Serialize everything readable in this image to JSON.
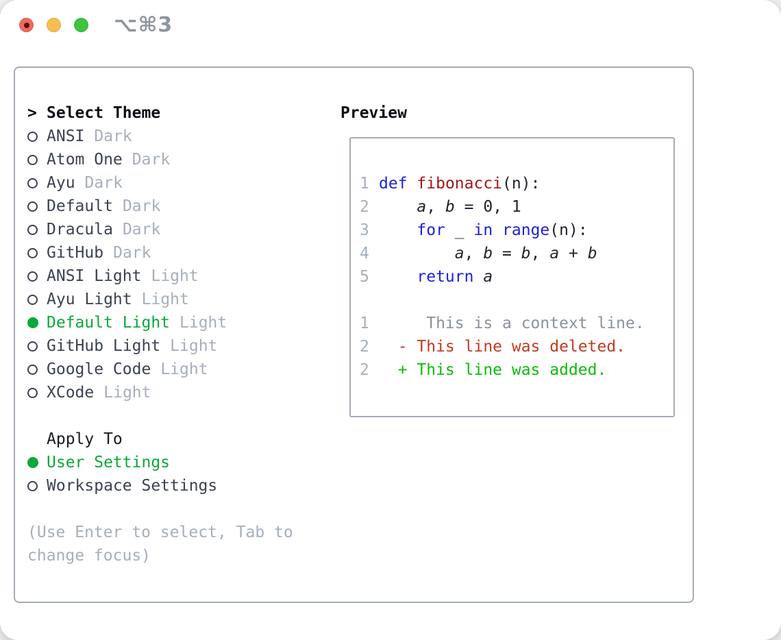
{
  "window": {
    "title": "⌥⌘3",
    "traffic_lights": [
      {
        "name": "close",
        "color": "#ee6a5e",
        "has_dot": true
      },
      {
        "name": "minimize",
        "color": "#f6bf50",
        "has_dot": false
      },
      {
        "name": "zoom",
        "color": "#3ec43e",
        "has_dot": false
      }
    ]
  },
  "colors": {
    "selected_green": "#0aa938",
    "text_dark": "#3b4250",
    "muted": "#a6afbc",
    "header": "#0b0e14",
    "border": "#a4adb9",
    "title_gray": "#8f96a0",
    "kw": "#1d22dd",
    "fn": "#a61717",
    "plain": "#20242c",
    "ctx": "#8a929d",
    "del": "#c23a20",
    "add": "#0cbd0c",
    "lineno": "#a6afbc"
  },
  "theme_panel": {
    "header_prefix": ">",
    "header_label": "Select Theme",
    "themes": [
      {
        "name": "ANSI",
        "variant": "Dark",
        "selected": false
      },
      {
        "name": "Atom One",
        "variant": "Dark",
        "selected": false
      },
      {
        "name": "Ayu",
        "variant": "Dark",
        "selected": false
      },
      {
        "name": "Default",
        "variant": "Dark",
        "selected": false
      },
      {
        "name": "Dracula",
        "variant": "Dark",
        "selected": false
      },
      {
        "name": "GitHub",
        "variant": "Dark",
        "selected": false
      },
      {
        "name": "ANSI Light",
        "variant": "Light",
        "selected": false
      },
      {
        "name": "Ayu Light",
        "variant": "Light",
        "selected": false
      },
      {
        "name": "Default Light",
        "variant": "Light",
        "selected": true
      },
      {
        "name": "GitHub Light",
        "variant": "Light",
        "selected": false
      },
      {
        "name": "Google Code",
        "variant": "Light",
        "selected": false
      },
      {
        "name": "XCode",
        "variant": "Light",
        "selected": false
      }
    ],
    "apply_to": {
      "label": "Apply To",
      "options": [
        {
          "name": "User Settings",
          "selected": true
        },
        {
          "name": "Workspace Settings",
          "selected": false
        }
      ]
    },
    "help": "(Use Enter to select, Tab to change focus)"
  },
  "preview": {
    "title": "Preview",
    "lines": [
      {
        "num": "1",
        "tokens": [
          {
            "t": "def",
            "c": "kw"
          },
          {
            "t": " ",
            "c": "plain"
          },
          {
            "t": "fibonacci",
            "c": "fn"
          },
          {
            "t": "(n):",
            "c": "plain"
          }
        ]
      },
      {
        "num": "2",
        "tokens": [
          {
            "t": "    ",
            "c": "plain"
          },
          {
            "t": "a",
            "c": "plain",
            "i": true
          },
          {
            "t": ", ",
            "c": "plain"
          },
          {
            "t": "b",
            "c": "plain",
            "i": true
          },
          {
            "t": " = 0, 1",
            "c": "plain"
          }
        ]
      },
      {
        "num": "3",
        "tokens": [
          {
            "t": "    ",
            "c": "plain"
          },
          {
            "t": "for",
            "c": "kw"
          },
          {
            "t": " _ ",
            "c": "plain"
          },
          {
            "t": "in",
            "c": "kw"
          },
          {
            "t": " ",
            "c": "plain"
          },
          {
            "t": "range",
            "c": "kw"
          },
          {
            "t": "(n):",
            "c": "plain"
          }
        ]
      },
      {
        "num": "4",
        "tokens": [
          {
            "t": "        ",
            "c": "plain"
          },
          {
            "t": "a",
            "c": "plain",
            "i": true
          },
          {
            "t": ", ",
            "c": "plain"
          },
          {
            "t": "b",
            "c": "plain",
            "i": true
          },
          {
            "t": " = ",
            "c": "plain"
          },
          {
            "t": "b",
            "c": "plain",
            "i": true
          },
          {
            "t": ", ",
            "c": "plain"
          },
          {
            "t": "a",
            "c": "plain",
            "i": true
          },
          {
            "t": " + ",
            "c": "plain"
          },
          {
            "t": "b",
            "c": "plain",
            "i": true
          }
        ]
      },
      {
        "num": "5",
        "tokens": [
          {
            "t": "    ",
            "c": "plain"
          },
          {
            "t": "return",
            "c": "kw"
          },
          {
            "t": " ",
            "c": "plain"
          },
          {
            "t": "a",
            "c": "plain",
            "i": true
          }
        ]
      },
      {
        "num": "",
        "tokens": []
      },
      {
        "num": "1",
        "tokens": [
          {
            "t": "     This is a context line.",
            "c": "ctx"
          }
        ]
      },
      {
        "num": "2",
        "tokens": [
          {
            "t": "  - This line was deleted.",
            "c": "del"
          }
        ]
      },
      {
        "num": "2",
        "tokens": [
          {
            "t": "  + This line was added.",
            "c": "add"
          }
        ]
      }
    ]
  }
}
